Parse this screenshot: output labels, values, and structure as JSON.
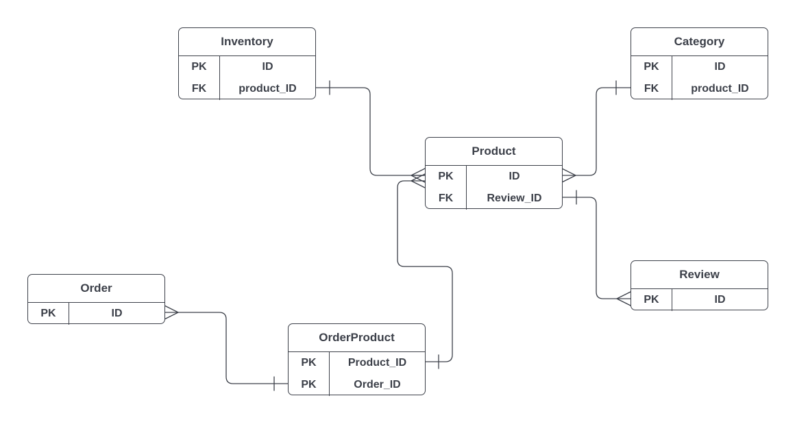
{
  "entities": {
    "inventory": {
      "title": "Inventory",
      "rows": [
        {
          "key": "PK",
          "name": "ID"
        },
        {
          "key": "FK",
          "name": "product_ID"
        }
      ]
    },
    "category": {
      "title": "Category",
      "rows": [
        {
          "key": "PK",
          "name": "ID"
        },
        {
          "key": "FK",
          "name": "product_ID"
        }
      ]
    },
    "product": {
      "title": "Product",
      "rows": [
        {
          "key": "PK",
          "name": "ID"
        },
        {
          "key": "FK",
          "name": "Review_ID"
        }
      ]
    },
    "review": {
      "title": "Review",
      "rows": [
        {
          "key": "PK",
          "name": "ID"
        }
      ]
    },
    "order": {
      "title": "Order",
      "rows": [
        {
          "key": "PK",
          "name": "ID"
        }
      ]
    },
    "orderproduct": {
      "title": "OrderProduct",
      "rows": [
        {
          "key": "PK",
          "name": "Product_ID"
        },
        {
          "key": "PK",
          "name": "Order_ID"
        }
      ]
    }
  },
  "relationships": [
    {
      "from": "Inventory.product_ID",
      "from_end": "one",
      "to": "Product.ID",
      "to_end": "many"
    },
    {
      "from": "Category.product_ID",
      "from_end": "one",
      "to": "Product.ID",
      "to_end": "many"
    },
    {
      "from": "Product.Review_ID",
      "from_end": "one",
      "to": "Review.ID",
      "to_end": "many"
    },
    {
      "from": "OrderProduct.Product_ID",
      "from_end": "one",
      "to": "Product.ID",
      "to_end": "many"
    },
    {
      "from": "OrderProduct.Order_ID",
      "from_end": "one",
      "to": "Order.ID",
      "to_end": "many"
    }
  ],
  "colors": {
    "line": "#3b3f48",
    "background": "#ffffff"
  }
}
